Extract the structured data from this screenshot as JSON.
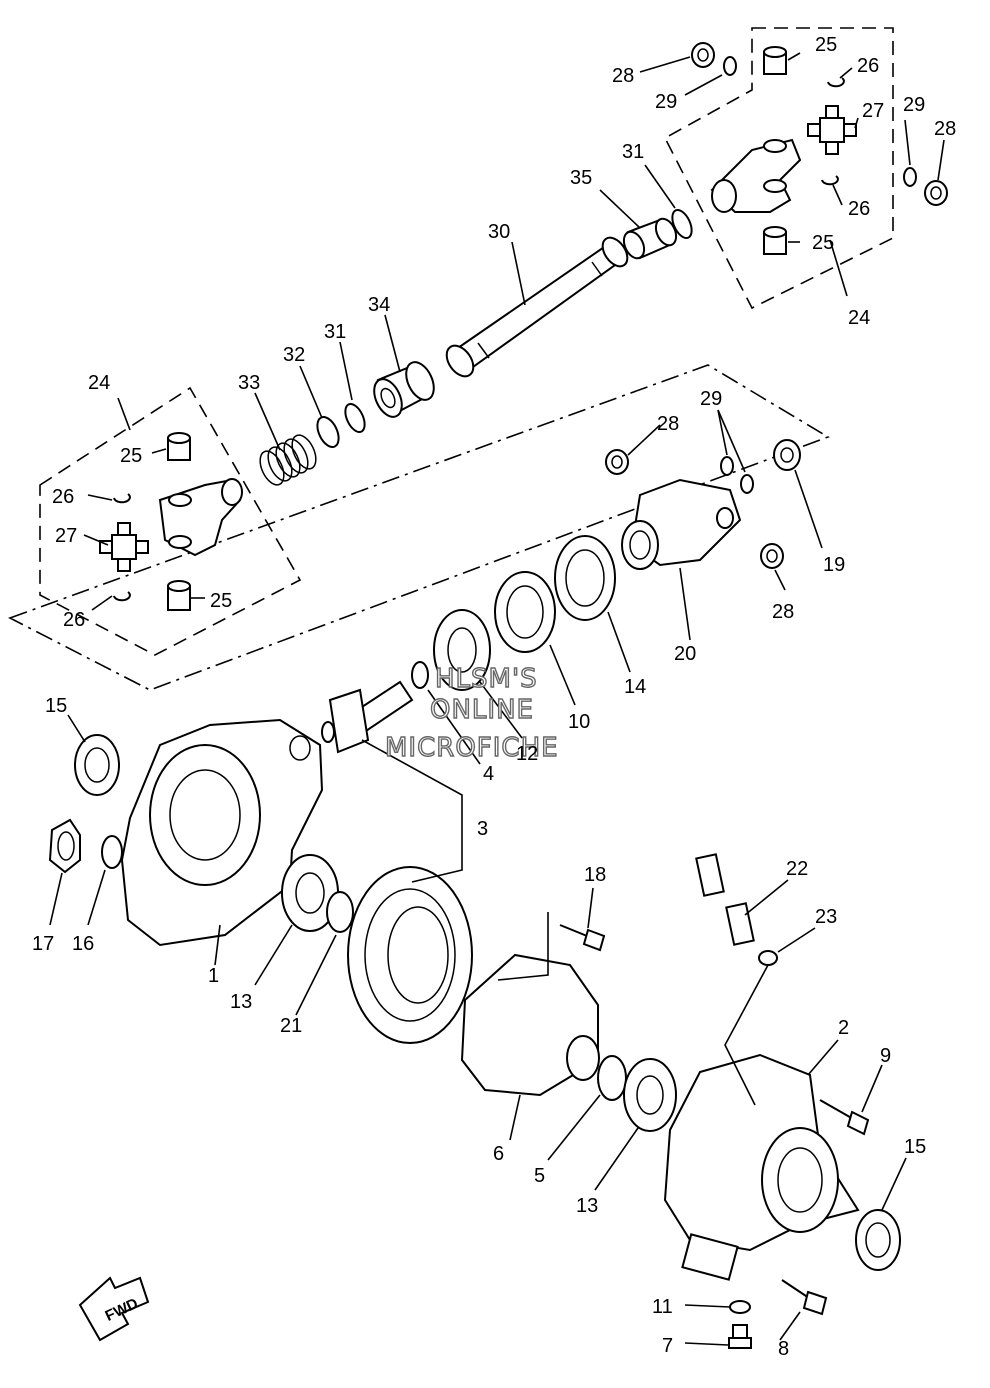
{
  "watermark": {
    "line1": "HLSM'S",
    "line2": "ONLINE",
    "line3": "MICROFICHE"
  },
  "fwd_label": "FWD",
  "callouts": [
    {
      "id": "c28a",
      "text": "28"
    },
    {
      "id": "c25a",
      "text": "25"
    },
    {
      "id": "c26a",
      "text": "26"
    },
    {
      "id": "c29a",
      "text": "29"
    },
    {
      "id": "c27a",
      "text": "27"
    },
    {
      "id": "c29b",
      "text": "29"
    },
    {
      "id": "c28b",
      "text": "28"
    },
    {
      "id": "c31a",
      "text": "31"
    },
    {
      "id": "c35",
      "text": "35"
    },
    {
      "id": "c26b",
      "text": "26"
    },
    {
      "id": "c25b",
      "text": "25"
    },
    {
      "id": "c30",
      "text": "30"
    },
    {
      "id": "c24a",
      "text": "24"
    },
    {
      "id": "c34",
      "text": "34"
    },
    {
      "id": "c31b",
      "text": "31"
    },
    {
      "id": "c32",
      "text": "32"
    },
    {
      "id": "c33",
      "text": "33"
    },
    {
      "id": "c24b",
      "text": "24"
    },
    {
      "id": "c25c",
      "text": "25"
    },
    {
      "id": "c26c",
      "text": "26"
    },
    {
      "id": "c27b",
      "text": "27"
    },
    {
      "id": "c26d",
      "text": "26"
    },
    {
      "id": "c25d",
      "text": "25"
    },
    {
      "id": "c28c",
      "text": "28"
    },
    {
      "id": "c29c",
      "text": "29"
    },
    {
      "id": "c19",
      "text": "19"
    },
    {
      "id": "c28d",
      "text": "28"
    },
    {
      "id": "c20",
      "text": "20"
    },
    {
      "id": "c14",
      "text": "14"
    },
    {
      "id": "c10",
      "text": "10"
    },
    {
      "id": "c12",
      "text": "12"
    },
    {
      "id": "c4",
      "text": "4"
    },
    {
      "id": "c15a",
      "text": "15"
    },
    {
      "id": "c3",
      "text": "3"
    },
    {
      "id": "c17",
      "text": "17"
    },
    {
      "id": "c16",
      "text": "16"
    },
    {
      "id": "c1",
      "text": "1"
    },
    {
      "id": "c13a",
      "text": "13"
    },
    {
      "id": "c21",
      "text": "21"
    },
    {
      "id": "c18",
      "text": "18"
    },
    {
      "id": "c22",
      "text": "22"
    },
    {
      "id": "c23",
      "text": "23"
    },
    {
      "id": "c2",
      "text": "2"
    },
    {
      "id": "c9",
      "text": "9"
    },
    {
      "id": "c6",
      "text": "6"
    },
    {
      "id": "c5",
      "text": "5"
    },
    {
      "id": "c13b",
      "text": "13"
    },
    {
      "id": "c15b",
      "text": "15"
    },
    {
      "id": "c11",
      "text": "11"
    },
    {
      "id": "c7",
      "text": "7"
    },
    {
      "id": "c8",
      "text": "8"
    }
  ]
}
